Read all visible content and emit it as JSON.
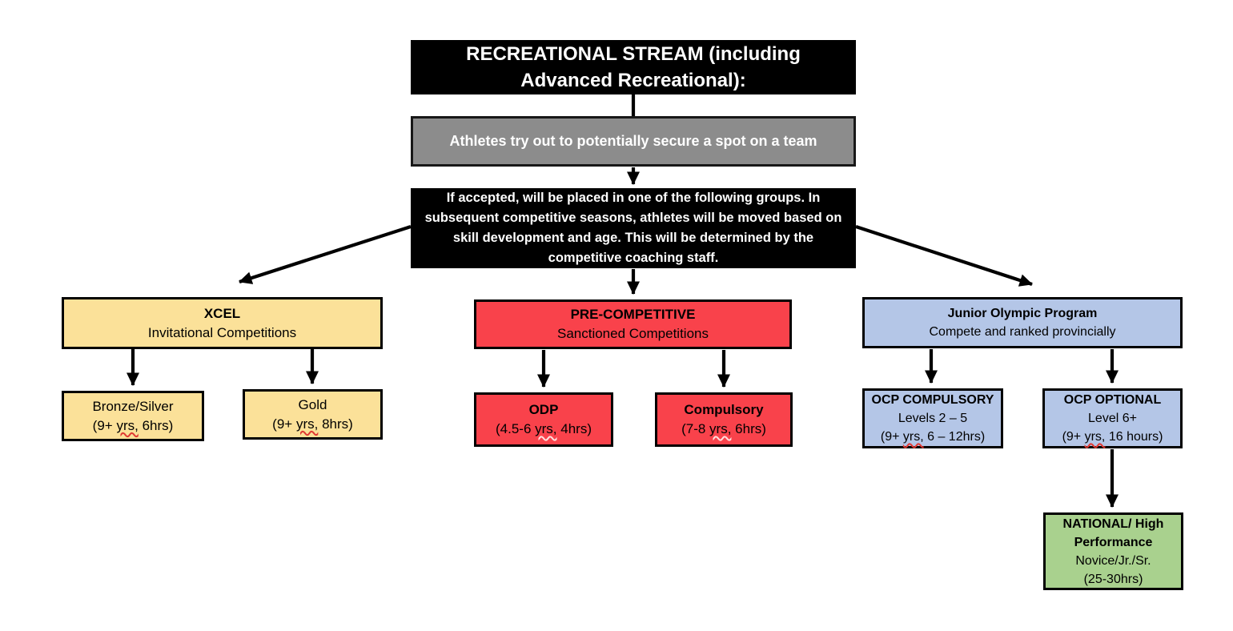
{
  "colors": {
    "stream_header_bg": "#000000",
    "tryout_bg": "#8C8C8C",
    "xcel_branch": "#FBE199",
    "pre_competitive_branch": "#F9424B",
    "junior_olympic_branch": "#B4C6E7",
    "national_box": "#A9D18E",
    "spellcheck_squiggle": "#E03A34"
  },
  "flow": {
    "title": "RECREATIONAL STREAM (including Advanced Recreational):",
    "tryout": "Athletes try out to potentially secure a spot on a team",
    "placement": "If accepted, will be placed in one of the following groups. In subsequent competitive seasons, athletes will be moved based on skill development and age. This will be determined by the competitive coaching staff.",
    "xcel": {
      "title": "XCEL",
      "subtitle": "Invitational Competitions",
      "bronze_silver": {
        "title": "Bronze/Silver",
        "detail_pre": "(9+ ",
        "detail_word": "yrs,",
        "detail_post": " 6hrs)"
      },
      "gold": {
        "title": "Gold",
        "detail_pre": "(9+ ",
        "detail_word": "yrs,",
        "detail_post": " 8hrs)"
      }
    },
    "pre_competitive": {
      "title": "PRE-COMPETITIVE",
      "subtitle": "Sanctioned Competitions",
      "odp": {
        "title": "ODP",
        "detail_pre": "(4.5-6 ",
        "detail_word": "yrs,",
        "detail_post": " 4hrs)"
      },
      "compulsory": {
        "title": "Compulsory",
        "detail_pre": "(7-8 ",
        "detail_word": "yrs,",
        "detail_post": " 6hrs)"
      }
    },
    "junior_olympic": {
      "title": "Junior Olympic Program",
      "subtitle": "Compete and ranked provincially",
      "ocp_compulsory": {
        "title": "OCP COMPULSORY",
        "level": "Levels 2 – 5",
        "detail_pre": "(9+ ",
        "detail_word": "yrs,",
        "detail_post": " 6 – 12hrs)"
      },
      "ocp_optional": {
        "title": "OCP OPTIONAL",
        "level": "Level 6+",
        "detail_pre": "(9+ ",
        "detail_word": "yrs,",
        "detail_post": " 16 hours)"
      }
    },
    "national": {
      "title_line1": "NATIONAL/ High",
      "title_line2": "Performance",
      "line3": "Novice/Jr./Sr.",
      "line4": "(25-30hrs)"
    }
  }
}
